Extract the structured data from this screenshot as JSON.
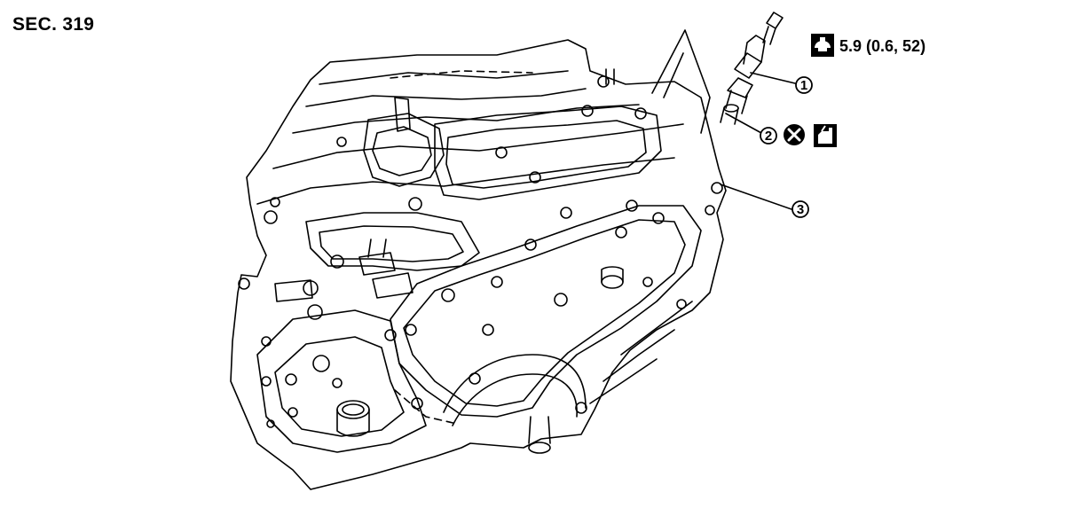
{
  "header": {
    "section_code": "SEC. 319"
  },
  "torque": {
    "icon": "torque-wrench-icon",
    "value_text": "5.9 (0.6, 52)"
  },
  "callouts": [
    {
      "number": "1"
    },
    {
      "number": "2",
      "icons": [
        "do-not-reuse-icon",
        "apply-fluid-icon"
      ]
    },
    {
      "number": "3"
    }
  ],
  "colors": {
    "line": "#000000",
    "background": "#ffffff"
  }
}
